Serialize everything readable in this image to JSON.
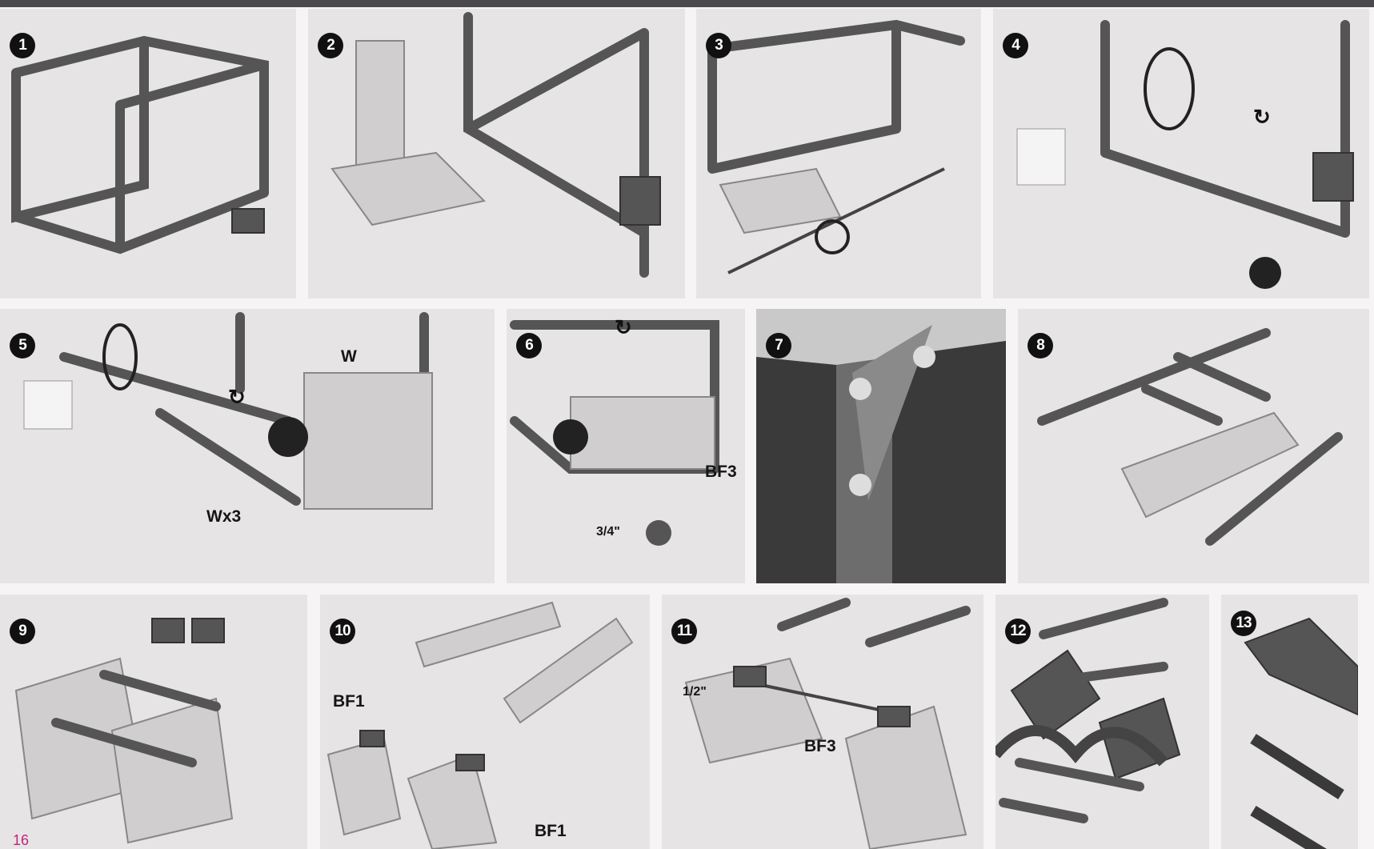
{
  "page_number": "16",
  "steps": [
    {
      "number": "1"
    },
    {
      "number": "2"
    },
    {
      "number": "3"
    },
    {
      "number": "4"
    },
    {
      "number": "5",
      "labels": [
        "W",
        "Wx3"
      ]
    },
    {
      "number": "6",
      "labels": [
        "BF3",
        "3/4\""
      ]
    },
    {
      "number": "7"
    },
    {
      "number": "8"
    },
    {
      "number": "9"
    },
    {
      "number": "10",
      "labels": [
        "BF1",
        "BF1"
      ]
    },
    {
      "number": "11",
      "labels": [
        "1/2\"",
        "BF3"
      ]
    },
    {
      "number": "12"
    },
    {
      "number": "13"
    }
  ],
  "rotate_symbol": "↻"
}
